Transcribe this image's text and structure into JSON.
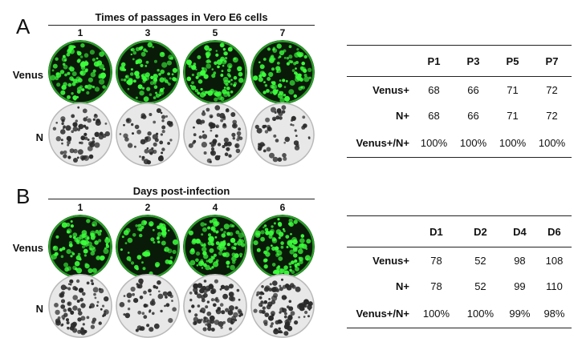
{
  "panel_a": {
    "letter": "A",
    "title": "Times of passages in Vero E6 cells",
    "columns": [
      "1",
      "3",
      "5",
      "7"
    ],
    "row_labels": [
      "Venus",
      "N"
    ],
    "table": {
      "headers": [
        "",
        "P1",
        "P3",
        "P5",
        "P7"
      ],
      "rows": [
        {
          "label": "Venus+",
          "values": [
            "68",
            "66",
            "71",
            "72"
          ]
        },
        {
          "label": "N+",
          "values": [
            "68",
            "66",
            "71",
            "72"
          ]
        },
        {
          "label": "Venus+/N+",
          "values": [
            "100%",
            "100%",
            "100%",
            "100%"
          ]
        }
      ]
    }
  },
  "panel_b": {
    "letter": "B",
    "title": "Days post-infection",
    "columns": [
      "1",
      "2",
      "4",
      "6"
    ],
    "row_labels": [
      "Venus",
      "N"
    ],
    "table": {
      "headers": [
        "",
        "D1",
        "D2",
        "D4",
        "D6"
      ],
      "rows": [
        {
          "label": "Venus+",
          "values": [
            "78",
            "52",
            "98",
            "108"
          ]
        },
        {
          "label": "N+",
          "values": [
            "78",
            "52",
            "99",
            "110"
          ]
        },
        {
          "label": "Venus+/N+",
          "values": [
            "100%",
            "100%",
            "99%",
            "98%"
          ]
        }
      ]
    }
  },
  "colors": {
    "venus_bg": "#0a1a08",
    "venus_plaque": "#3cff3c",
    "n_bg": "#e8e8e8",
    "n_plaque": "#2a2a2a"
  }
}
